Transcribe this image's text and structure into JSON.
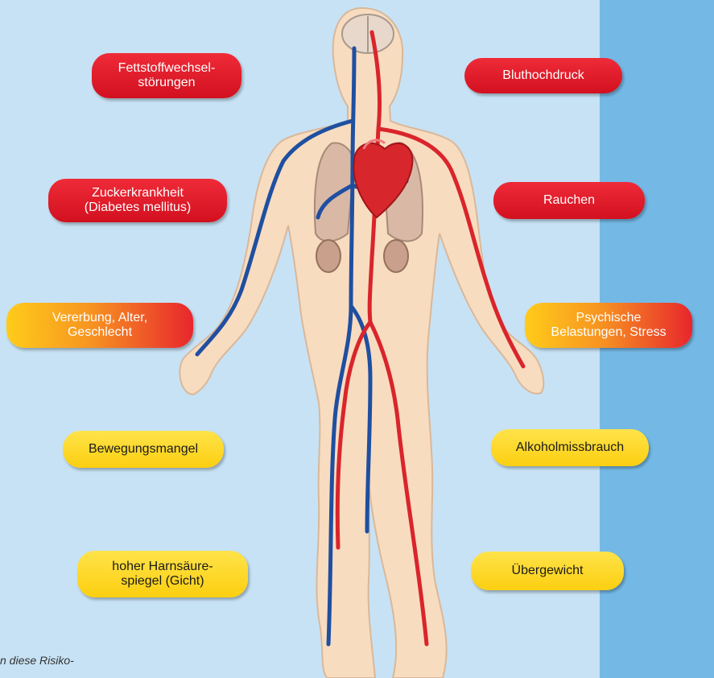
{
  "labels": {
    "fett": [
      "Fettstoffwechsel-",
      "störungen"
    ],
    "bluthochdruck": [
      "Bluthochdruck"
    ],
    "zucker": [
      "Zuckerkrankheit",
      "(Diabetes mellitus)"
    ],
    "rauchen": [
      "Rauchen"
    ],
    "vererbung": [
      "Vererbung, Alter,",
      "Geschlecht"
    ],
    "psychische": [
      "Psychische",
      "Belastungen, Stress"
    ],
    "bewegung": [
      "Bewegungsmangel"
    ],
    "alkohol": [
      "Alkoholmissbrauch"
    ],
    "harnsaeure": [
      "hoher Harnsäure-",
      "spiegel (Gicht)"
    ],
    "uebergewicht": [
      "Übergewicht"
    ]
  },
  "caption": "n diese Risiko-",
  "colors": {
    "background": "#c7e2f4",
    "right_band": "#74b9e6",
    "red": "#e31e2a",
    "yellow": "#fdd42a",
    "artery": "#d9252b",
    "vein": "#1f4fa0",
    "skin": "#f8dcc0"
  }
}
